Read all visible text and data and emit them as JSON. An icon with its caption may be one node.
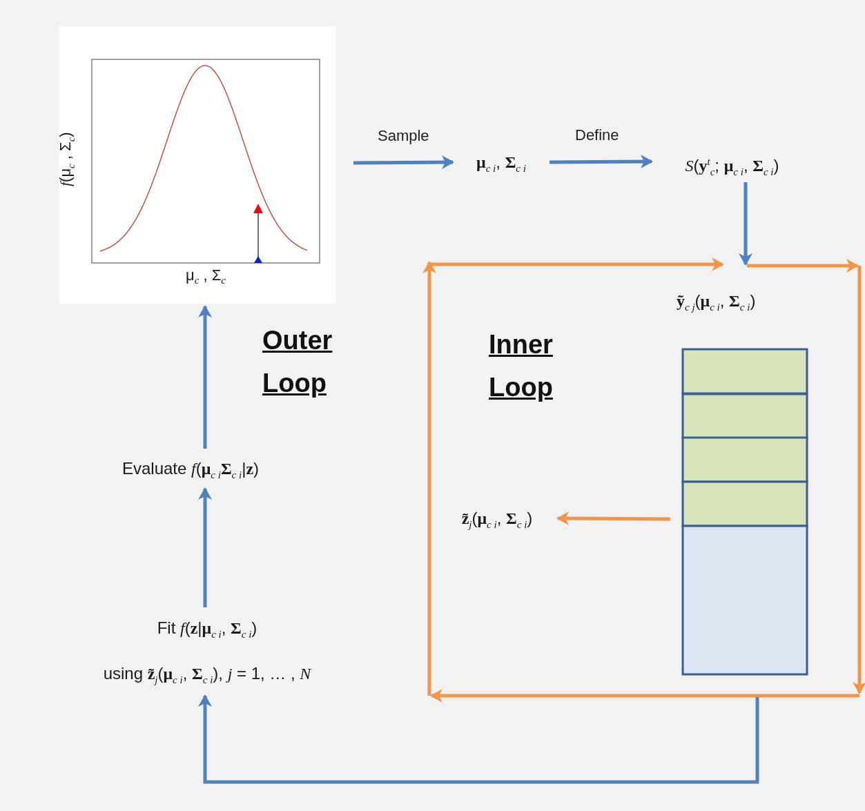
{
  "diagram": {
    "nodes": [
      {
        "text": [
          "*f*(μ$_{c}$ , Σ$_{c}$)",
          "μ$_{c}$ , Σ$_{c}$"
        ]
      },
      {
        "text": [
          "**μ**$_{c i}$, **Σ**$_{c i}$"
        ]
      },
      {
        "text": [
          "*S*(**y**$^{t}$$_{c}$; **μ**$_{c i}$, **Σ**$_{c i}$)"
        ]
      },
      {
        "text": [
          "**ỹ**$_{c j}$(**μ**$_{c i}$, **Σ**$_{c i}$)"
        ]
      },
      {
        "text": [
          "**z̃**$_{j}$(**μ**$_{c i}$, **Σ**$_{c i}$)"
        ]
      },
      {
        "text": [
          "Evaluate *f*(**μ**$_{c i}$**Σ**$_{c i}$|**z**)"
        ]
      },
      {
        "text": [
          "Fit *f*(**z**|**μ**$_{c i}$, **Σ**$_{c i}$)",
          "using **z̃**$_{j}$(**μ**$_{c i}$, **Σ**$_{c i}$), *j* = 1, … , *N*"
        ]
      }
    ],
    "edges": [
      {
        "from": null,
        "to": 1,
        "arrow": "to",
        "label": "Sample"
      },
      {
        "from": 1,
        "to": 2,
        "arrow": "to",
        "label": "Define"
      },
      {
        "from": 2,
        "to": null,
        "arrow": "to"
      },
      {
        "from": 3,
        "to": 4,
        "arrow": "to",
        "color": "#f0954a"
      },
      {
        "from": 5,
        "to": 0,
        "arrow": "to"
      },
      {
        "from": 6,
        "to": 5,
        "arrow": "to"
      },
      {
        "from": null,
        "to": 6,
        "arrow": "to"
      }
    ],
    "labels": [
      "Outer Loop",
      "Inner Loop"
    ]
  }
}
